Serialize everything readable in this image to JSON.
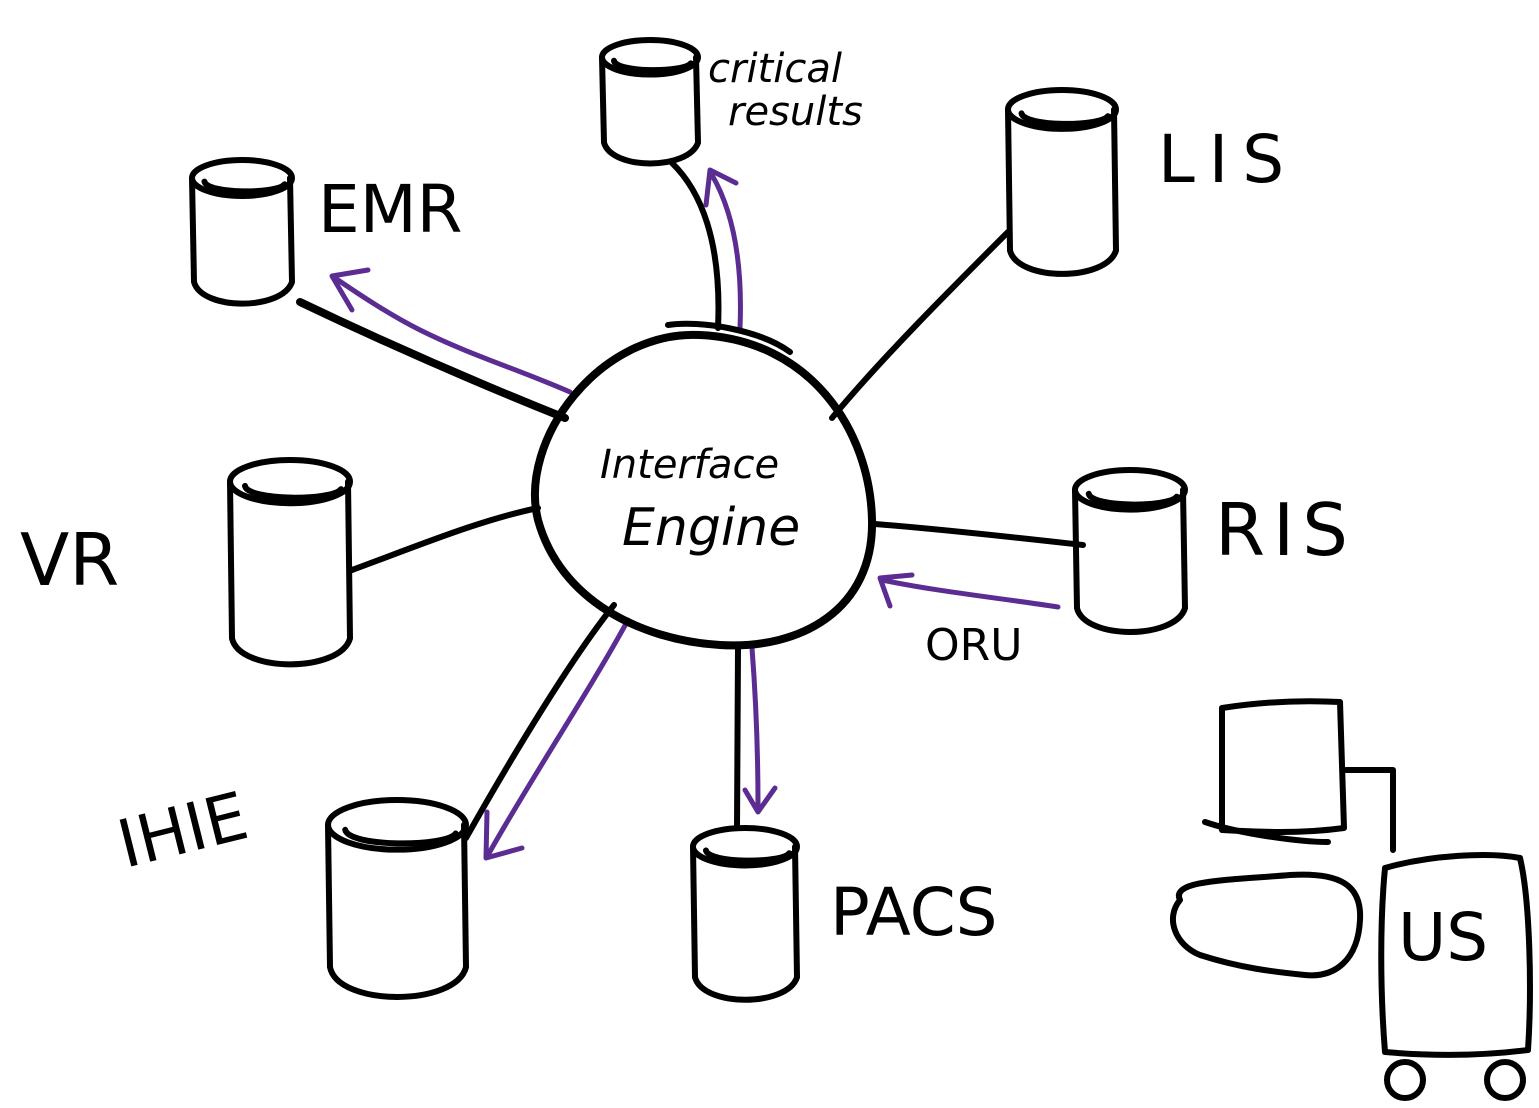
{
  "colors": {
    "ink": "#000000",
    "flow": "#5b2c91",
    "background": "#ffffff"
  },
  "hub": {
    "line1": "Interface",
    "line2": "Engine"
  },
  "nodes": {
    "critical_results": {
      "line1": "critical",
      "line2": "results"
    },
    "emr": {
      "label": "EMR"
    },
    "lis": {
      "label": "LIS"
    },
    "vr": {
      "label": "VR"
    },
    "ris": {
      "label": "RIS"
    },
    "ihie": {
      "label": "IHIE"
    },
    "pacs": {
      "label": "PACS"
    },
    "us": {
      "label": "US"
    }
  },
  "flows": {
    "ris_to_hub": {
      "label": "ORU"
    }
  },
  "icons": {
    "database": "database-cylinder-icon",
    "workstation": "ultrasound-workstation-icon"
  }
}
